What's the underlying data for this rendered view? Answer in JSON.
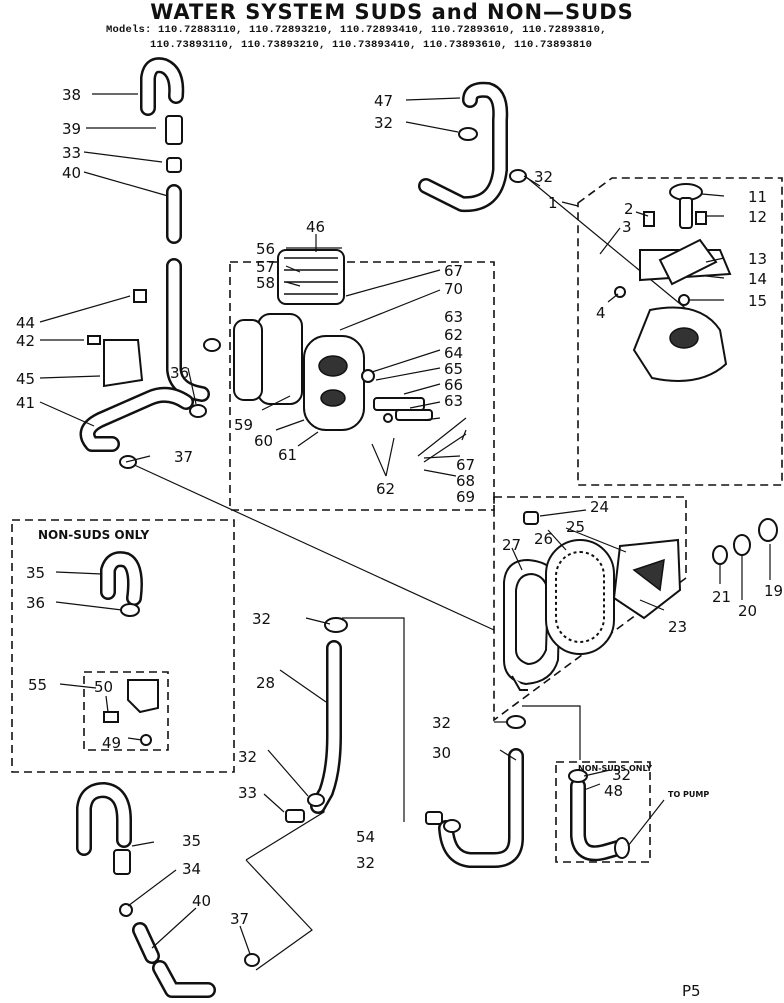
{
  "title": "WATER  SYSTEM SUDS and NON—SUDS",
  "models_line1": "Models: 110.72883110, 110.72893210, 110.72893410, 110.72893610, 110.72893810,",
  "models_line2": "110.73893110, 110.73893210, 110.73893410, 110.73893610, 110.73893810",
  "non_suds_label": "NON-SUDS ONLY",
  "non_suds_small_label": "NON-SUDS ONLY",
  "to_pump_label": "TO PUMP",
  "page_code": "P5",
  "part_numbers": {
    "n1": "1",
    "n2": "2",
    "n3": "3",
    "n4": "4",
    "n11": "11",
    "n12": "12",
    "n13": "13",
    "n14": "14",
    "n15": "15",
    "n19": "19",
    "n20": "20",
    "n21": "21",
    "n23": "23",
    "n24": "24",
    "n25": "25",
    "n26": "26",
    "n27": "27",
    "n28": "28",
    "n30": "30",
    "n32a": "32",
    "n32b": "32",
    "n32c": "32",
    "n32d": "32",
    "n32e": "32",
    "n32f": "32",
    "n32g": "32",
    "n33a": "33",
    "n33b": "33",
    "n34": "34",
    "n35a": "35",
    "n35b": "35",
    "n36a": "36",
    "n36b": "36",
    "n37a": "37",
    "n37b": "37",
    "n38": "38",
    "n39": "39",
    "n40a": "40",
    "n40b": "40",
    "n41": "41",
    "n42": "42",
    "n44": "44",
    "n45": "45",
    "n46": "46",
    "n47": "47",
    "n48": "48",
    "n49": "49",
    "n50": "50",
    "n54": "54",
    "n55": "55",
    "n56": "56",
    "n57": "57",
    "n58": "58",
    "n59": "59",
    "n60": "60",
    "n61": "61",
    "n62a": "62",
    "n62b": "62",
    "n63a": "63",
    "n63b": "63",
    "n64": "64",
    "n65": "65",
    "n66": "66",
    "n67a": "67",
    "n67b": "67",
    "n68": "68",
    "n69": "69",
    "n70": "70"
  }
}
